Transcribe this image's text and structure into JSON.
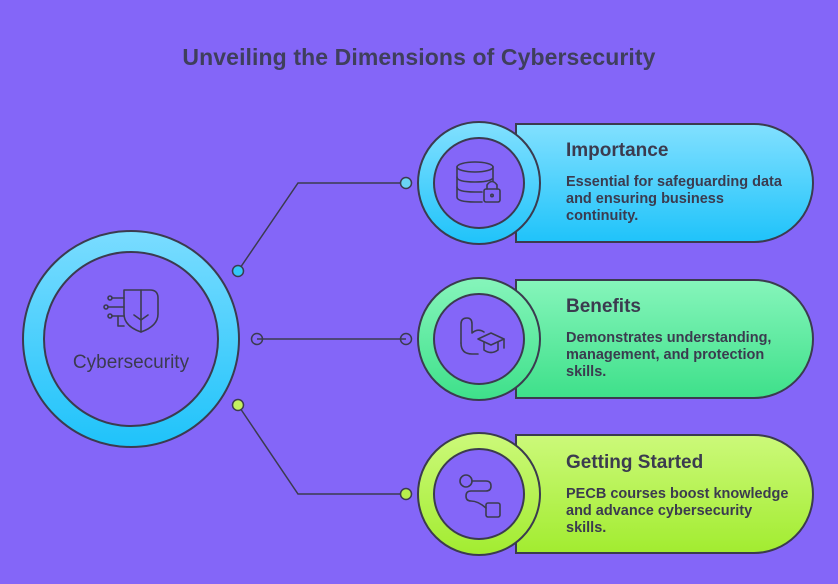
{
  "title": "Unveiling the Dimensions of Cybersecurity",
  "hub": {
    "label": "Cybersecurity",
    "icon": "face-circuit-icon",
    "color": "#33c8f8"
  },
  "items": [
    {
      "title": "Importance",
      "description": "Essential for safeguarding data and ensuring business continuity.",
      "icon": "database-lock-icon",
      "color": "#33c8f8"
    },
    {
      "title": "Benefits",
      "description": "Demonstrates understanding, management, and protection skills.",
      "icon": "arm-graduation-cap-icon",
      "color": "#44e190"
    },
    {
      "title": "Getting Started",
      "description": "PECB courses boost knowledge and advance cybersecurity skills.",
      "icon": "path-icon",
      "color": "#aef03e"
    }
  ]
}
